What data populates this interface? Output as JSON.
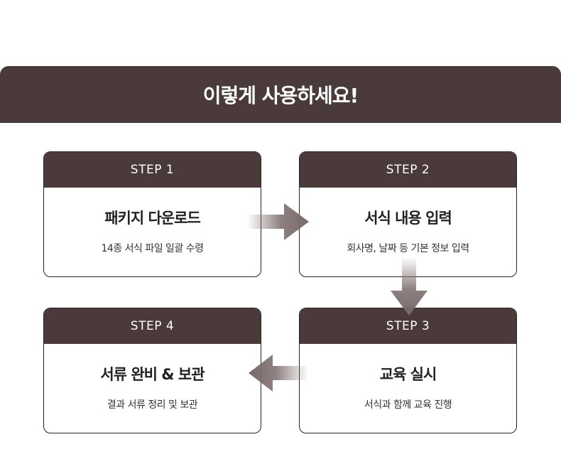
{
  "banner": {
    "title": "이렇게 사용하세요!"
  },
  "steps": [
    {
      "label": "STEP 1",
      "title": "패키지 다운로드",
      "desc": "14종 서식 파일 일괄 수령"
    },
    {
      "label": "STEP 2",
      "title": "서식 내용 입력",
      "desc": "회사명, 날짜 등 기본 정보 입력"
    },
    {
      "label": "STEP 3",
      "title": "교육 실시",
      "desc": "서식과 함께 교육 진행"
    },
    {
      "label": "STEP 4",
      "title": "서류 완비 & 보관",
      "desc": "결과 서류 정리 및 보관"
    }
  ],
  "colors": {
    "header_bg": "#4a3a3a",
    "arrow": "#7a6a6a",
    "border": "#2b2323"
  },
  "icons": {
    "arrow_1_to_2": "arrow-right-icon",
    "arrow_2_to_3": "arrow-down-icon",
    "arrow_3_to_4": "arrow-left-icon"
  }
}
